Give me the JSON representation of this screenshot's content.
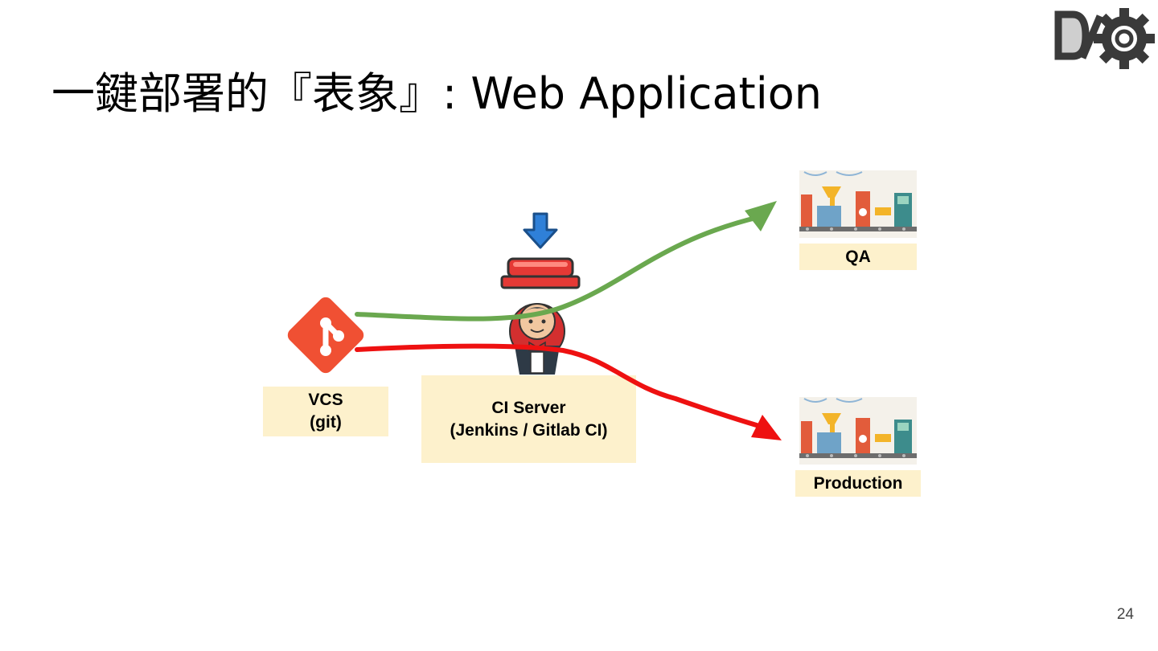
{
  "slide": {
    "title": "一鍵部署的『表象』: Web Application",
    "page_number": "24"
  },
  "logo": {
    "icon": "devops-gear-logo"
  },
  "nodes": {
    "vcs": {
      "label": "VCS\n(git)",
      "icon": "git-icon"
    },
    "ci": {
      "label": "CI Server\n(Jenkins / Gitlab CI)",
      "icons": [
        "push-button-icon",
        "jenkins-icon"
      ]
    },
    "qa": {
      "label": "QA",
      "icon": "factory-icon"
    },
    "production": {
      "label": "Production",
      "icon": "factory-icon"
    }
  },
  "flows": [
    {
      "from": "VCS",
      "to": "QA",
      "color": "#6aa84f"
    },
    {
      "from": "VCS",
      "to": "Production",
      "color": "#ee1111"
    }
  ],
  "colors": {
    "label_bg": "#fdf1cc",
    "qa_arrow": "#6aa84f",
    "production_arrow": "#ee1111",
    "git": "#f05033",
    "button": "#e53935",
    "arrow_down": "#2f80d8"
  }
}
